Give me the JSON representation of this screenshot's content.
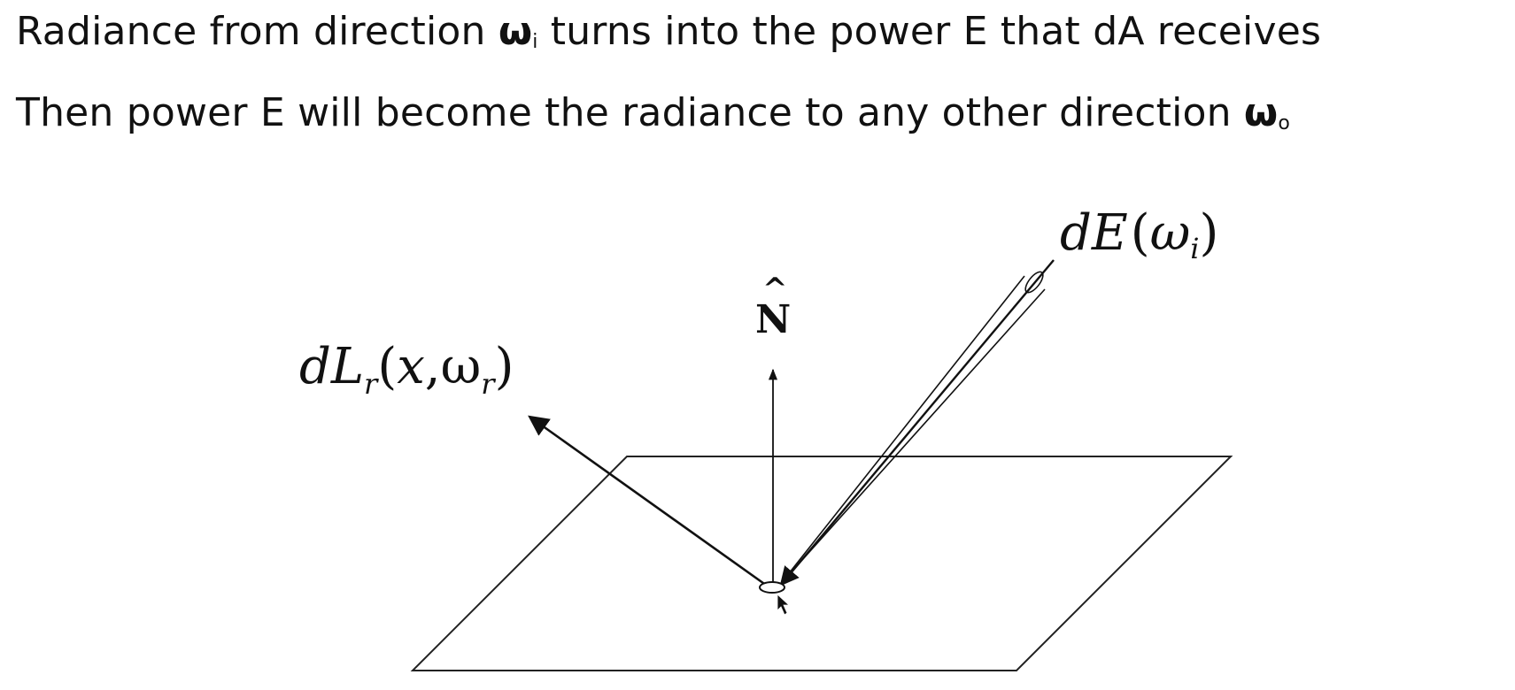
{
  "text": {
    "line1": {
      "before": "Radiance from direction ",
      "omega": "ω",
      "sub": "i",
      "after": " turns into the power E that dA receives"
    },
    "line2": {
      "before": "Then power E will become the radiance to any other direction ",
      "omega": "ω",
      "sub": "o"
    }
  },
  "diagram": {
    "label_incident": {
      "d": "d",
      "E": "E",
      "open": "(",
      "omega": "ω",
      "sub": "i",
      "close": ")"
    },
    "label_normal": {
      "hat": "^",
      "N": "N"
    },
    "label_reflected": {
      "d": "d",
      "L": "L",
      "sub_r": "r",
      "open": "(",
      "x": "x",
      "comma": ",",
      "omega": "ω",
      "sub_r2": "r",
      "close": ")"
    }
  }
}
